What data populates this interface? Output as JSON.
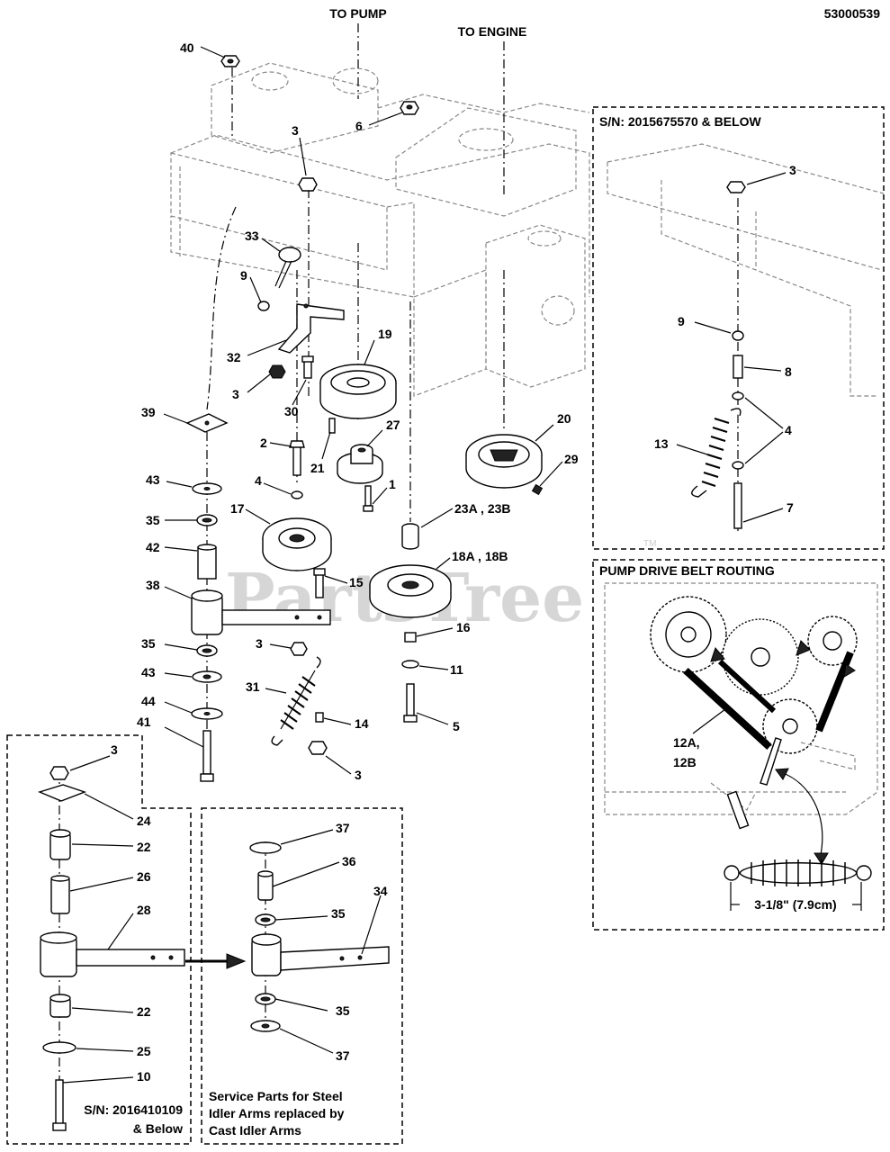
{
  "diagram_number": "53000539",
  "top_labels": {
    "to_pump": "TO PUMP",
    "to_engine": "TO ENGINE"
  },
  "watermark": "PartsTree",
  "watermark_tm": "TM",
  "callouts": {
    "c40": "40",
    "c6": "6",
    "c3a": "3",
    "c33": "33",
    "c9": "9",
    "c32": "32",
    "c3b": "3",
    "c30": "30",
    "c19": "19",
    "c39": "39",
    "c2": "2",
    "c21": "21",
    "c27": "27",
    "c20": "20",
    "c29": "29",
    "c43a": "43",
    "c4": "4",
    "c1": "1",
    "c35a": "35",
    "c17": "17",
    "c23": "23A , 23B",
    "c42": "42",
    "c15": "15",
    "c18": "18A , 18B",
    "c38": "38",
    "c35b": "35",
    "c3c": "3",
    "c43b": "43",
    "c16": "16",
    "c31": "31",
    "c11": "11",
    "c44": "44",
    "c41": "41",
    "c14": "14",
    "c5": "5",
    "c3d": "3"
  },
  "sn_box_top": {
    "title": "S/N: 2015675570 & BELOW",
    "callouts": {
      "c3": "3",
      "c9": "9",
      "c8": "8",
      "c4": "4",
      "c13": "13",
      "c7": "7"
    }
  },
  "belt_routing": {
    "title": "PUMP DRIVE BELT ROUTING",
    "belt_label_1": "12A,",
    "belt_label_2": "12B",
    "spring_length": "3-1/8\" (7.9cm)"
  },
  "left_box": {
    "callouts": {
      "c3": "3",
      "c24": "24",
      "c22a": "22",
      "c26": "26",
      "c28": "28",
      "c22b": "22",
      "c25": "25",
      "c10": "10"
    },
    "sn_line1": "S/N: 2016410109",
    "sn_line2": "& Below"
  },
  "service_box": {
    "callouts": {
      "c37a": "37",
      "c36": "36",
      "c35a": "35",
      "c34": "34",
      "c35b": "35",
      "c37b": "37"
    },
    "note_line1": "Service Parts for Steel",
    "note_line2": "Idler Arms replaced by",
    "note_line3": "Cast Idler Arms"
  }
}
